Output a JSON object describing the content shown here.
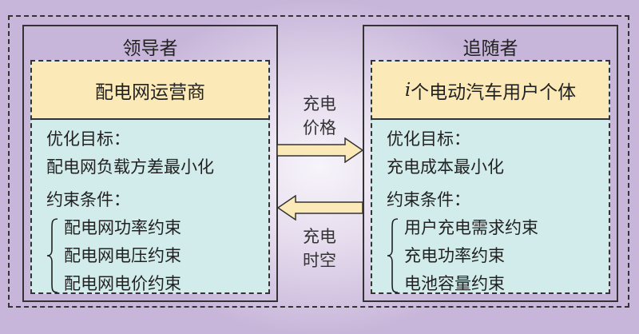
{
  "leader": {
    "title": "领导者",
    "entity": "配电网运营商",
    "objective_label": "优化目标：",
    "objective": "配电网负载方差最小化",
    "constraints_label": "约束条件：",
    "constraints": [
      "配电网功率约束",
      "配电网电压约束",
      "配电网电价约束"
    ]
  },
  "follower": {
    "title": "追随者",
    "entity_var": "i",
    "entity": "个电动汽车用户个体",
    "objective_label": "优化目标：",
    "objective": "充电成本最小化",
    "constraints_label": "约束条件：",
    "constraints": [
      "用户充电需求约束",
      "充电功率约束",
      "电池容量约束"
    ]
  },
  "arrows": {
    "to_follower": {
      "line1": "充电",
      "line2": "价格",
      "direction": "right"
    },
    "to_leader": {
      "line1": "充电",
      "line2": "时空",
      "direction": "left"
    }
  },
  "colors": {
    "entity_fill": "#fbe9b7",
    "body_fill": "#d2ecec",
    "background": "#c8b6da",
    "arrow_fill": "#fbe9b7"
  }
}
